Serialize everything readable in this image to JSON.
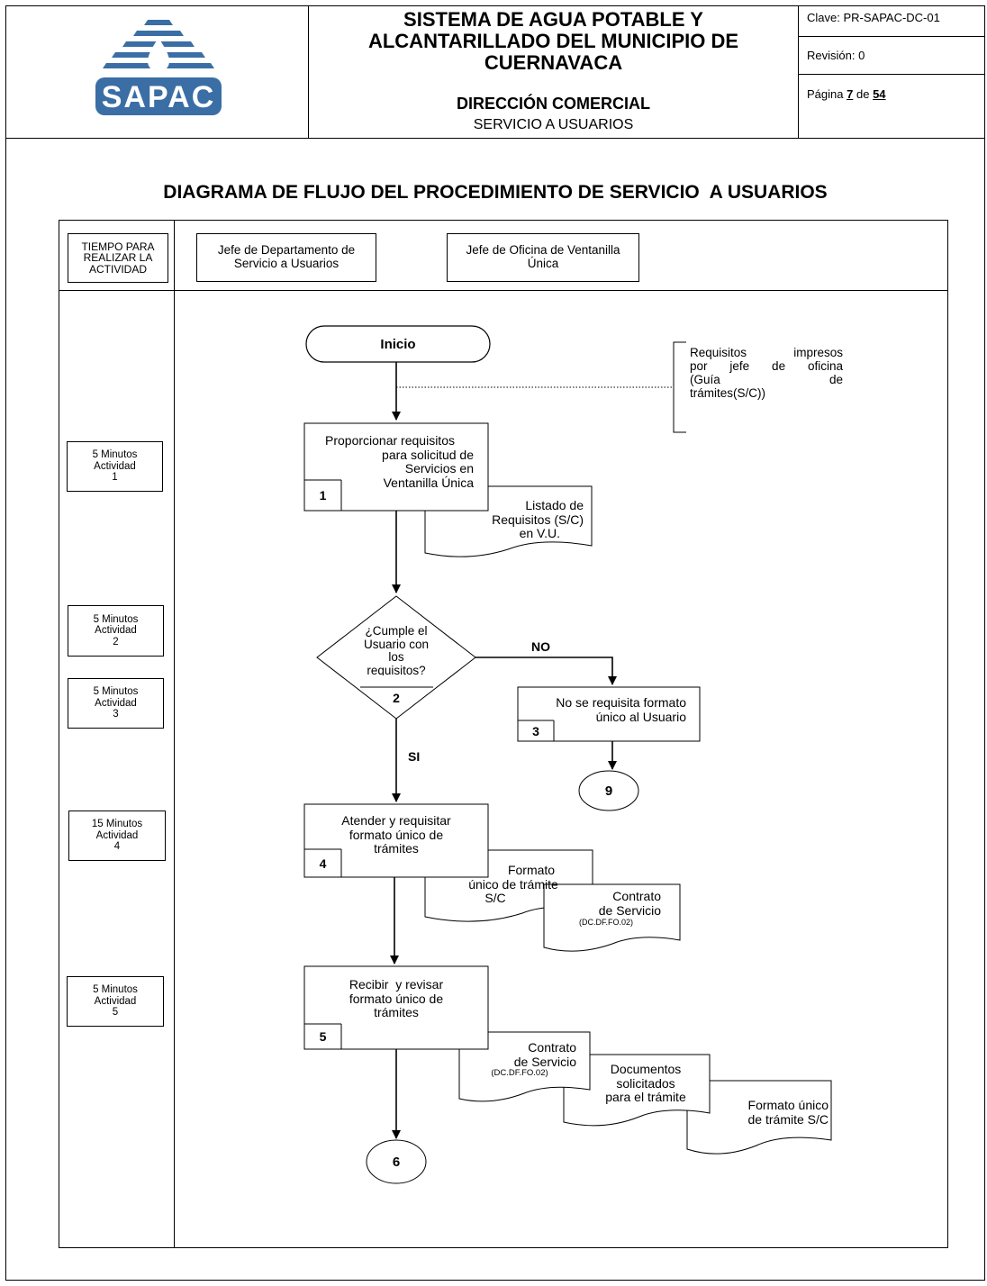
{
  "header": {
    "logo_text": "SAPAC",
    "title_line1": "SISTEMA DE AGUA POTABLE Y",
    "title_line2": "ALCANTARILLADO DEL MUNICIPIO DE",
    "title_line3": "CUERNAVACA",
    "subtitle": "DIRECCIÓN COMERCIAL",
    "section": "SERVICIO A USUARIOS",
    "clave": "Clave: PR-SAPAC-DC-01",
    "revision": "Revisión: 0",
    "pagina_label": "Página",
    "pagina_num": "7",
    "pagina_de": "de",
    "pagina_total": "54"
  },
  "diagram_title": "DIAGRAMA DE FLUJO DEL PROCEDIMIENTO DE SERVICIO  A USUARIOS",
  "columns": {
    "time": "TIEMPO PARA REALIZAR LA ACTIVIDAD",
    "role1": "Jefe de Departamento de Servicio a Usuarios",
    "role2": "Jefe de Oficina de Ventanilla Única"
  },
  "times": [
    {
      "l1": "5 Minutos",
      "l2": "Actividad",
      "l3": "1"
    },
    {
      "l1": "5 Minutos",
      "l2": "Actividad",
      "l3": "2"
    },
    {
      "l1": "5 Minutos",
      "l2": "Actividad",
      "l3": "3"
    },
    {
      "l1": "15 Minutos",
      "l2": "Actividad",
      "l3": "4"
    },
    {
      "l1": "5 Minutos",
      "l2": "Actividad",
      "l3": "5"
    }
  ],
  "flow": {
    "start": "Inicio",
    "annotation": [
      "Requisitos impresos",
      "por jefe de oficina",
      "(Guía de",
      "trámites(S/C))"
    ],
    "a1": {
      "text": [
        "Proporcionar requisitos",
        "para solicitud de",
        "Servicios en",
        "Ventanilla Única"
      ],
      "num": "1"
    },
    "doc1": [
      "Listado de",
      "Requisitos (S/C)",
      "en V.U."
    ],
    "decision": {
      "text": [
        "¿Cumple el",
        "Usuario con",
        "los",
        "requisitos?"
      ],
      "num": "2"
    },
    "no_label": "NO",
    "yes_label": "SI",
    "a3": {
      "text": [
        "No se requisita formato",
        "único al Usuario"
      ],
      "num": "3"
    },
    "conn9": "9",
    "a4": {
      "text": [
        "Atender y requisitar",
        "formato único de",
        "trámites"
      ],
      "num": "4"
    },
    "doc4a": [
      "Formato",
      "único de trámite",
      "S/C"
    ],
    "doc4b": [
      "Contrato",
      "de Servicio",
      "(DC.DF.FO.02)"
    ],
    "a5": {
      "text": [
        "Recibir  y revisar",
        "formato único de",
        "trámites"
      ],
      "num": "5"
    },
    "doc5a": [
      "Contrato",
      "de Servicio",
      "(DC.DF.FO.02)"
    ],
    "doc5b": [
      "Documentos",
      "solicitados",
      "para el trámite"
    ],
    "doc5c": [
      "Formato único",
      "de trámite S/C"
    ],
    "conn6": "6"
  }
}
